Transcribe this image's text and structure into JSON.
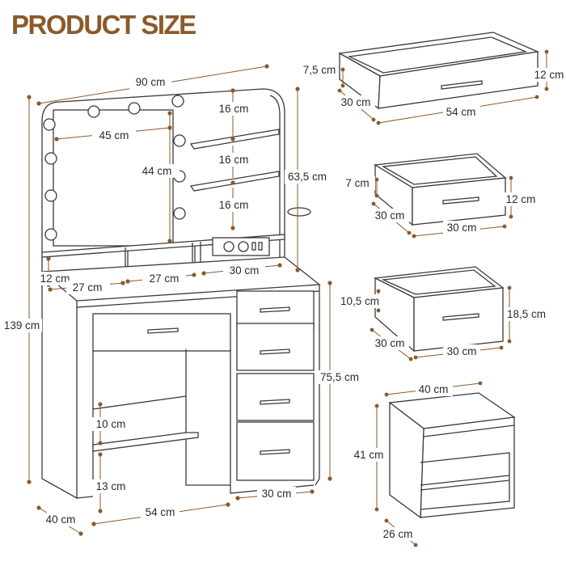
{
  "title": "PRODUCT SIZE",
  "vanity": {
    "total_width": "90 cm",
    "total_height": "139 cm",
    "depth": "40 cm",
    "mirror_width": "45 cm",
    "mirror_height": "44 cm",
    "shelf_gap_top": "16 cm",
    "shelf_gap_middle": "16 cm",
    "shelf_gap_bottom": "16 cm",
    "hutch_height": "63,5 cm",
    "cubby_height": "12 cm",
    "cubby_left_width": "27 cm",
    "cubby_middle_width": "27 cm",
    "socket_width": "30 cm",
    "desk_height": "75,5 cm",
    "footrest_height": "10 cm",
    "footrest_clearance": "13 cm",
    "knee_width": "54 cm",
    "drawer_column_width": "30 cm"
  },
  "large_drawer": {
    "inner_height": "7,5 cm",
    "depth": "30 cm",
    "width": "54 cm",
    "height": "12 cm"
  },
  "small_drawer": {
    "inner_height": "7 cm",
    "depth": "30 cm",
    "width": "30 cm",
    "height": "12 cm"
  },
  "deep_drawer": {
    "inner_height": "10,5 cm",
    "depth": "30 cm",
    "width": "30 cm",
    "height": "18,5 cm"
  },
  "stool": {
    "width": "40 cm",
    "height": "41 cm",
    "depth": "26 cm"
  }
}
